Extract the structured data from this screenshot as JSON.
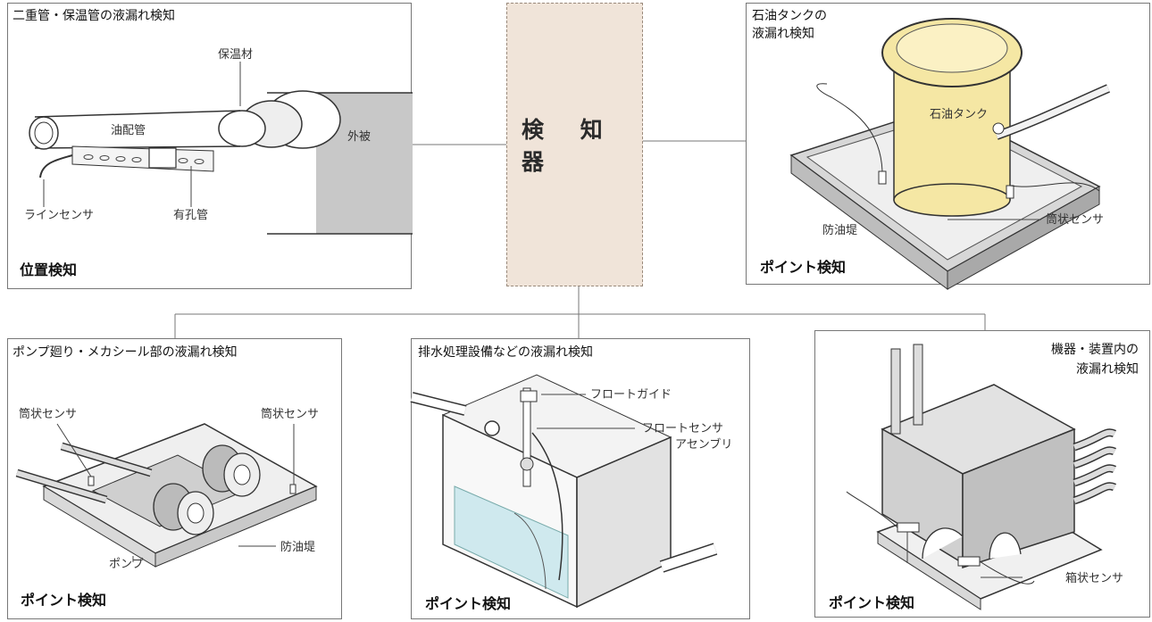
{
  "detector": {
    "label": "検 知 器"
  },
  "panels": {
    "pipe": {
      "title": "二重管・保温管の液漏れ検知",
      "insulation": "保温材",
      "oil_pipe": "油配管",
      "sheath": "外被",
      "line_sensor": "ラインセンサ",
      "perforated_pipe": "有孔管",
      "method": "位置検知"
    },
    "tank": {
      "title_line1": "石油タンクの",
      "title_line2": "液漏れ検知",
      "tank_label": "石油タンク",
      "dike": "防油堤",
      "sensor": "筒状センサ",
      "method": "ポイント検知"
    },
    "pump": {
      "title": "ポンプ廻り・メカシール部の液漏れ検知",
      "sensor_left": "筒状センサ",
      "sensor_right": "筒状センサ",
      "pump": "ポンプ",
      "dike": "防油堤",
      "method": "ポイント検知"
    },
    "drain": {
      "title": "排水処理設備などの液漏れ検知",
      "float_guide": "フロートガイド",
      "float_sensor_line1": "フロートセンサ",
      "float_sensor_line2": "アセンブリ",
      "method": "ポイント検知"
    },
    "equipment": {
      "title_line1": "機器・装置内の",
      "title_line2": "液漏れ検知",
      "sensor": "箱状センサ",
      "method": "ポイント検知"
    }
  },
  "colors": {
    "detector_fill": "#f0e4d9",
    "tank_fill": "#f5e7a4",
    "water_fill": "#cfe9ee",
    "sheath_fill": "#c8c8c8",
    "equipment_fill": "#d0d0d0"
  }
}
